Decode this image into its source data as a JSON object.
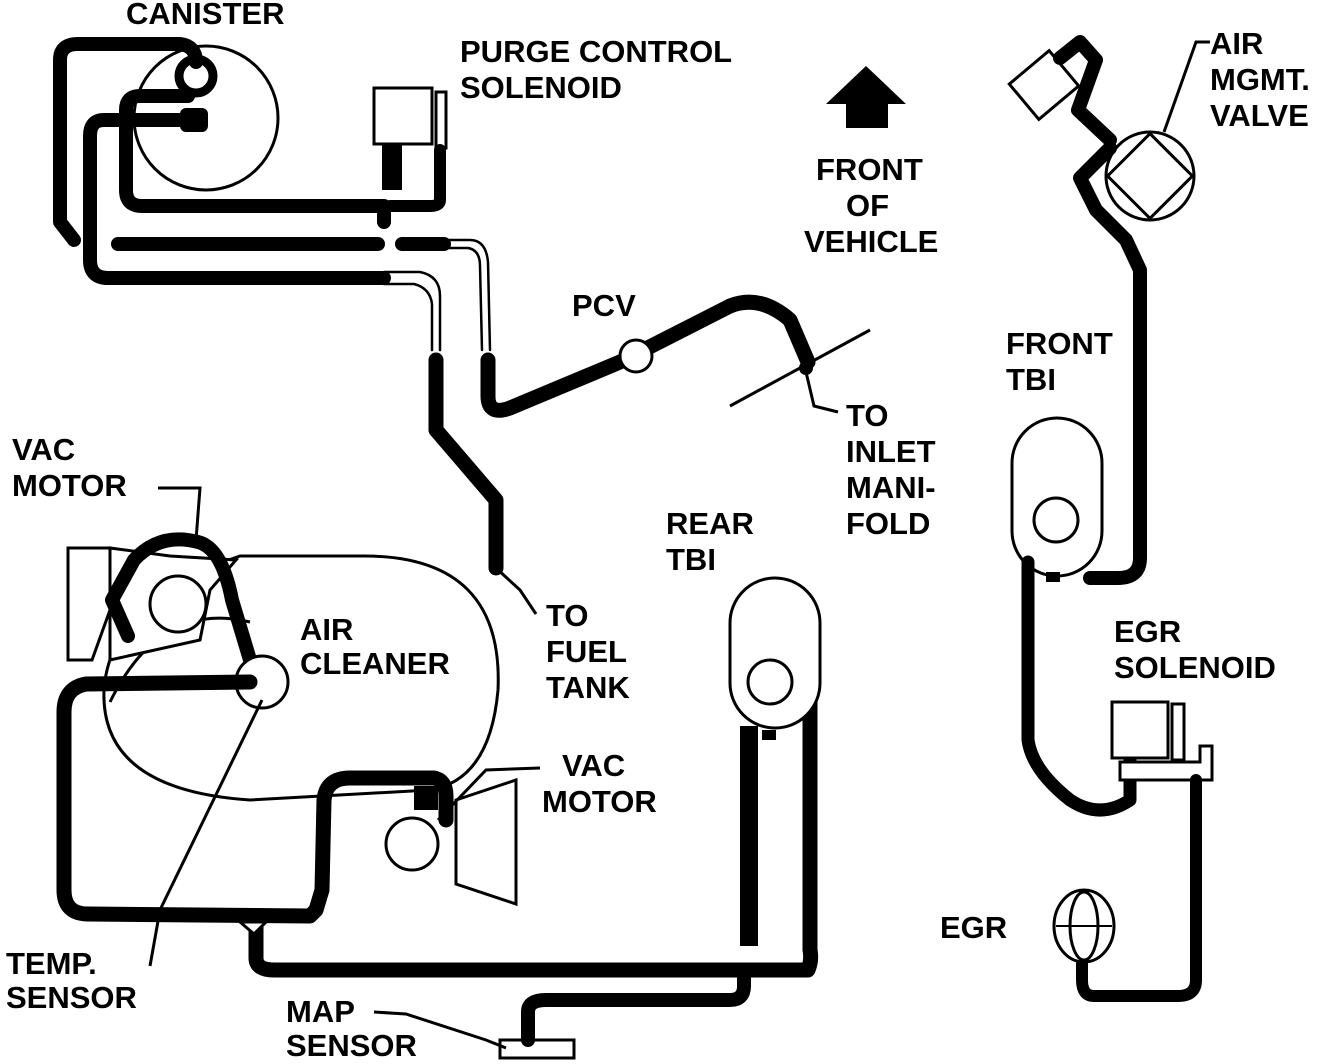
{
  "labels": {
    "canister": "CANISTER",
    "purge_line1": "PURGE CONTROL",
    "purge_line2": "SOLENOID",
    "front_line1": "FRONT",
    "front_line2": "OF",
    "front_line3": "VEHICLE",
    "air_mgmt_line1": "AIR",
    "air_mgmt_line2": "MGMT.",
    "air_mgmt_line3": "VALVE",
    "pcv": "PCV",
    "inlet_line1": "TO",
    "inlet_line2": "INLET",
    "inlet_line3": "MANI-",
    "inlet_line4": "FOLD",
    "front_tbi_line1": "FRONT",
    "front_tbi_line2": "TBI",
    "vac_motor_top_line1": "VAC",
    "vac_motor_top_line2": "MOTOR",
    "air_cleaner_line1": "AIR",
    "air_cleaner_line2": "CLEANER",
    "fuel_tank_line1": "TO",
    "fuel_tank_line2": "FUEL",
    "fuel_tank_line3": "TANK",
    "rear_tbi_line1": "REAR",
    "rear_tbi_line2": "TBI",
    "egr_solenoid_line1": "EGR",
    "egr_solenoid_line2": "SOLENOID",
    "vac_motor_bottom_line1": "VAC",
    "vac_motor_bottom_line2": "MOTOR",
    "egr": "EGR",
    "temp_sensor_line1": "TEMP.",
    "temp_sensor_line2": "SENSOR",
    "map_sensor_line1": "MAP",
    "map_sensor_line2": "SENSOR"
  },
  "colors": {
    "ink": "#000000",
    "paper": "#ffffff"
  }
}
